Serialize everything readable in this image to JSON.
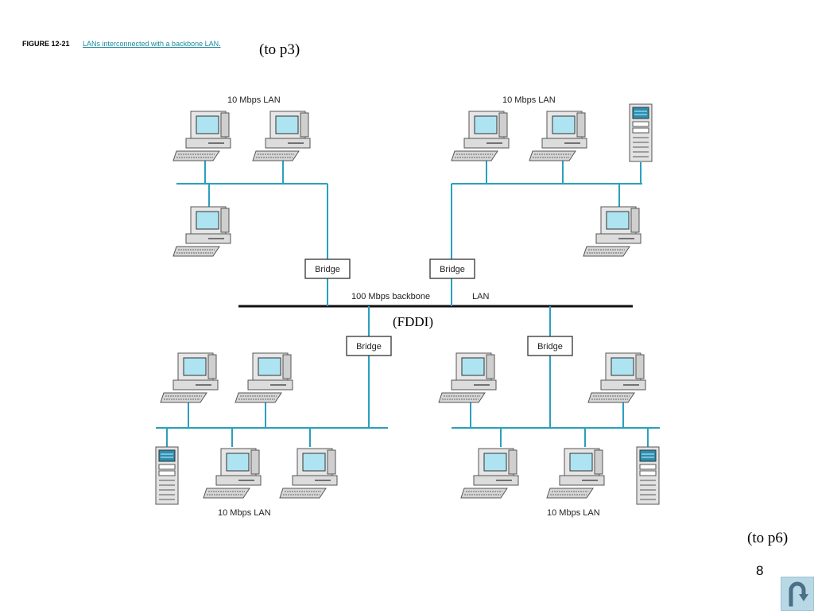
{
  "header": {
    "figure_label": "FIGURE 12-21",
    "figure_caption": "LANs interconnected with a backbone LAN."
  },
  "nav": {
    "to_p3": "(to p3)",
    "to_p6": "(to p6)"
  },
  "page_number": "8",
  "diagram": {
    "backbone_label": "100 Mbps backbone",
    "backbone_label_2": "LAN",
    "fddi_label": "(FDDI)",
    "bridge_label": "Bridge",
    "lan_label": "10 Mbps LAN"
  },
  "colors": {
    "wire": "#2aa0bf",
    "screen": "#aee4f2",
    "return_button": "#b9d8e6"
  },
  "icons": [
    "desktop-computer-icon",
    "server-tower-icon",
    "u-turn-return-icon"
  ]
}
